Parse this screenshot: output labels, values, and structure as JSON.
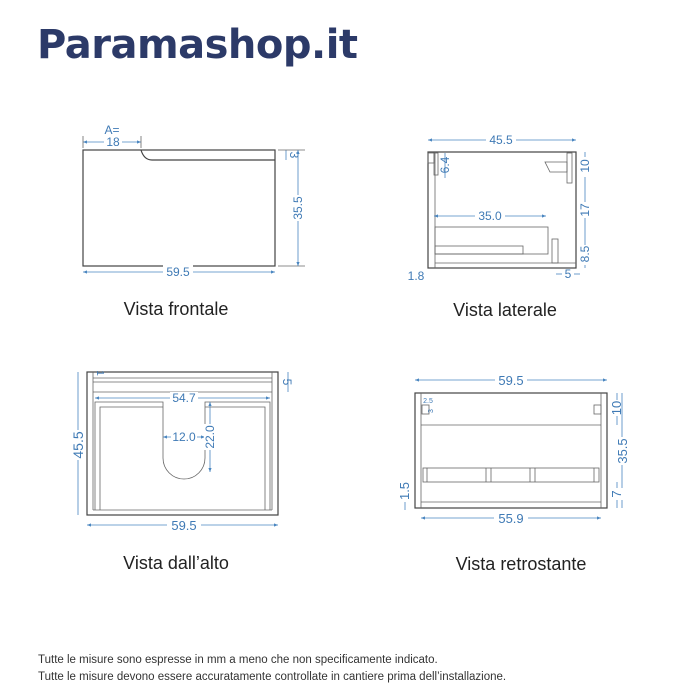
{
  "brand": "Paramashop.it",
  "views": {
    "front": {
      "caption": "Vista frontale",
      "a_label": "A=",
      "a_value": "18",
      "notch": "3",
      "height": "35.5",
      "width": "59.5"
    },
    "side": {
      "caption": "Vista laterale",
      "depth": "45.5",
      "top_offset": "6.4",
      "drawer_depth": "35.0",
      "h_top": "10",
      "h_mid": "17",
      "h_bottom": "8.5",
      "panel": "1.8",
      "back_gap": "5"
    },
    "top": {
      "caption": "Vista dall’alto",
      "side_gap": "1",
      "depth": "45.5",
      "width": "59.5",
      "inner_width": "54.7",
      "back_strip": "5",
      "cutout_width": "12.0",
      "cutout_depth": "22.0"
    },
    "back": {
      "caption": "Vista retrostante",
      "width": "59.5",
      "h_top": "10",
      "height": "35.5",
      "h_bottom": "7",
      "base": "1.5",
      "inner_width": "55.9",
      "hanger_x": "2.5",
      "hanger_y": "3"
    }
  },
  "footer": {
    "line1": "Tutte le misure sono espresse in mm a meno che non specificamente indicato.",
    "line2": "Tutte le misure devono essere accuratamente controllate in cantiere prima dell’installazione."
  },
  "colors": {
    "brand": "#2c3a68",
    "dimension": "#3f7ab5",
    "outline": "#444444"
  }
}
